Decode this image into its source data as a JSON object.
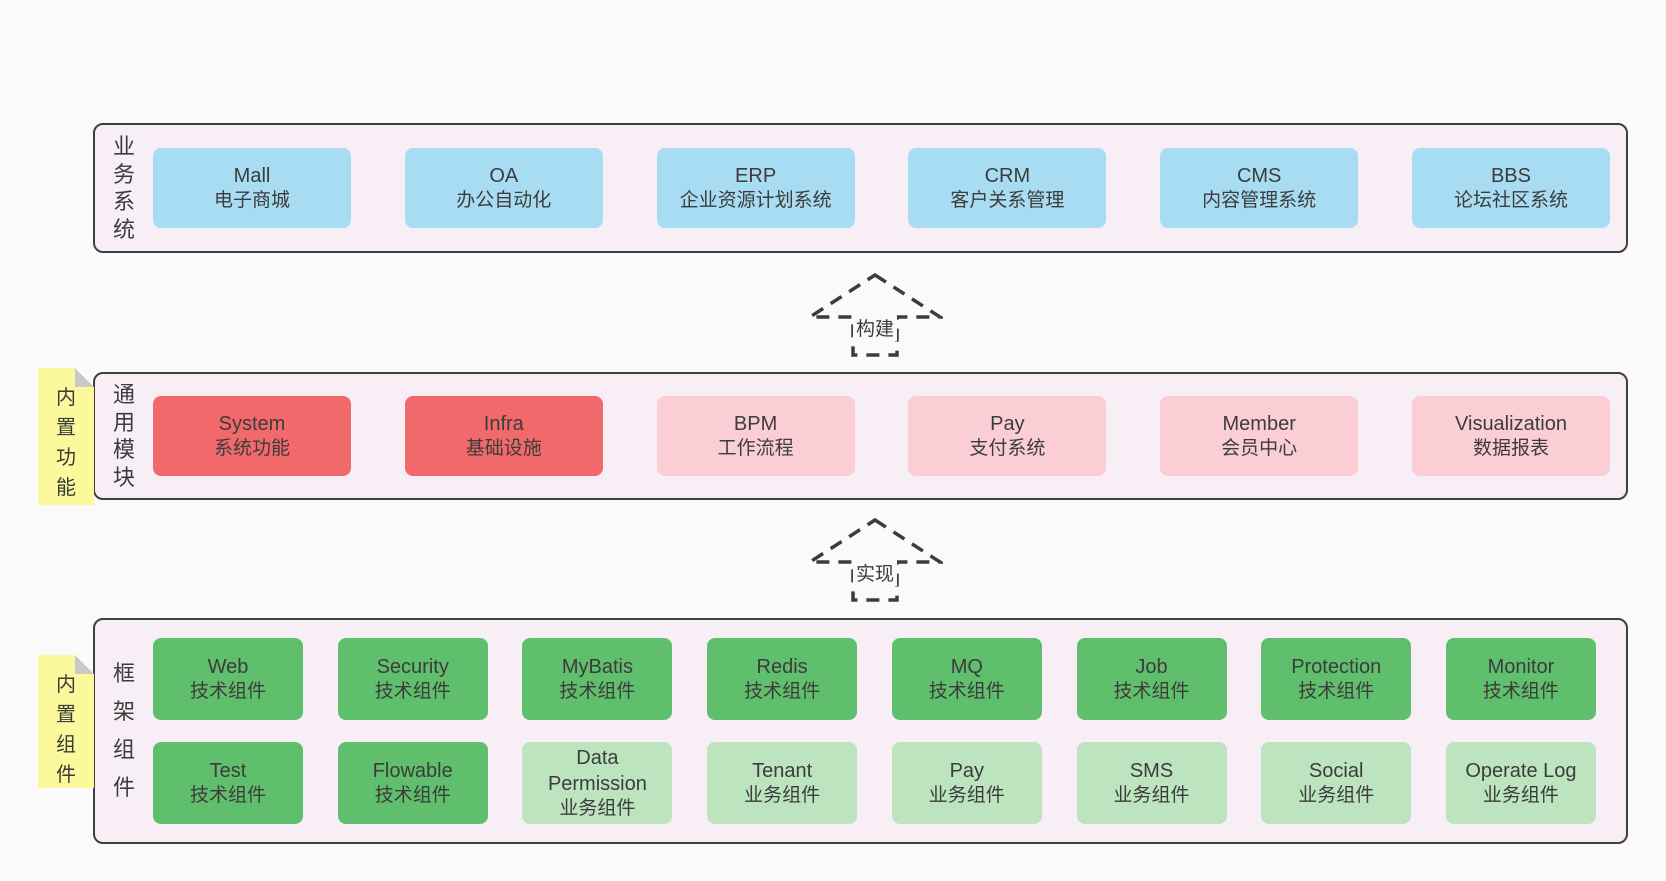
{
  "colors": {
    "page_bg": "#fafafa",
    "band_bg": "#f8eef6",
    "band_border": "#3f3f3f",
    "ink": "#3c3c3c",
    "blue": "#a8dcf3",
    "red": "#f2696b",
    "pink": "#fbced6",
    "green": "#5fbf6c",
    "green_light": "#bce4bf",
    "yellow": "#fbf99c",
    "fold": "#c9c9c9",
    "arrow": "#3c3c3c"
  },
  "arrows": [
    {
      "id": "build",
      "label": "构建"
    },
    {
      "id": "implement",
      "label": "实现"
    }
  ],
  "bands": [
    {
      "id": "business-systems",
      "label": "业务系统",
      "note": null,
      "rows": [
        [
          {
            "en": "Mall",
            "zh": "电子商城",
            "color": "blue"
          },
          {
            "en": "OA",
            "zh": "办公自动化",
            "color": "blue"
          },
          {
            "en": "ERP",
            "zh": "企业资源计划系统",
            "color": "blue"
          },
          {
            "en": "CRM",
            "zh": "客户关系管理",
            "color": "blue"
          },
          {
            "en": "CMS",
            "zh": "内容管理系统",
            "color": "blue"
          },
          {
            "en": "BBS",
            "zh": "论坛社区系统",
            "color": "blue"
          }
        ]
      ]
    },
    {
      "id": "common-modules",
      "label": "通用模块",
      "note": "内置功能",
      "rows": [
        [
          {
            "en": "System",
            "zh": "系统功能",
            "color": "red"
          },
          {
            "en": "Infra",
            "zh": "基础设施",
            "color": "red"
          },
          {
            "en": "BPM",
            "zh": "工作流程",
            "color": "pink"
          },
          {
            "en": "Pay",
            "zh": "支付系统",
            "color": "pink"
          },
          {
            "en": "Member",
            "zh": "会员中心",
            "color": "pink"
          },
          {
            "en": "Visualization",
            "zh": "数据报表",
            "color": "pink"
          }
        ]
      ]
    },
    {
      "id": "framework-components",
      "label": "框架组件",
      "note": "内置组件",
      "rows": [
        [
          {
            "en": "Web",
            "zh": "技术组件",
            "color": "green"
          },
          {
            "en": "Security",
            "zh": "技术组件",
            "color": "green"
          },
          {
            "en": "MyBatis",
            "zh": "技术组件",
            "color": "green"
          },
          {
            "en": "Redis",
            "zh": "技术组件",
            "color": "green"
          },
          {
            "en": "MQ",
            "zh": "技术组件",
            "color": "green"
          },
          {
            "en": "Job",
            "zh": "技术组件",
            "color": "green"
          },
          {
            "en": "Protection",
            "zh": "技术组件",
            "color": "green"
          },
          {
            "en": "Monitor",
            "zh": "技术组件",
            "color": "green"
          }
        ],
        [
          {
            "en": "Test",
            "zh": "技术组件",
            "color": "green"
          },
          {
            "en": "Flowable",
            "zh": "技术组件",
            "color": "green"
          },
          {
            "en": "Data Permission",
            "zh": "业务组件",
            "color": "green_light"
          },
          {
            "en": "Tenant",
            "zh": "业务组件",
            "color": "green_light"
          },
          {
            "en": "Pay",
            "zh": "业务组件",
            "color": "green_light"
          },
          {
            "en": "SMS",
            "zh": "业务组件",
            "color": "green_light"
          },
          {
            "en": "Social",
            "zh": "业务组件",
            "color": "green_light"
          },
          {
            "en": "Operate Log",
            "zh": "业务组件",
            "color": "green_light"
          }
        ]
      ]
    }
  ]
}
